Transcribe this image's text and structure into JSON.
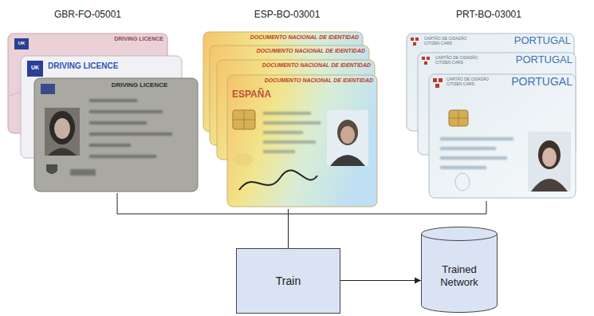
{
  "diagram": {
    "nodes": [
      {
        "text": [
          "GBR-FO-05001"
        ]
      },
      {
        "text": [
          "ESP-BO-03001"
        ]
      },
      {
        "text": [
          "PRT-BO-03001"
        ]
      },
      {
        "text": [
          "Train"
        ]
      },
      {
        "text": [
          "Trained Network"
        ]
      }
    ],
    "edges": [
      {
        "from": 0,
        "to": 3,
        "arrow": "none"
      },
      {
        "from": 1,
        "to": 3,
        "arrow": "none"
      },
      {
        "from": 2,
        "to": 3,
        "arrow": "none"
      },
      {
        "from": 3,
        "to": 4,
        "arrow": "to"
      }
    ],
    "labels": [
      "DRIVING LICENCE",
      "UK",
      "UK",
      "DRIVING LICENCE",
      "DRIVING LICENCE",
      "DOCUMENTO NACIONAL DE IDENTIDAD",
      "DOCUMENTO NACIONAL DE IDENTIDAD",
      "DOCUMENTO NACIONAL DE IDENTIDAD",
      "DOCUMENTO NACIONAL DE IDENTIDAD",
      "ESPAÑA",
      "CARTÃO DE CIDADÃO CITIZEN CARD",
      "PORTUGAL",
      "CARTÃO DE CIDADÃO CITIZEN CARD",
      "PORTUGAL",
      "CARTÃO DE CIDADÃO CITIZEN CARD",
      "PORTUGAL"
    ]
  }
}
